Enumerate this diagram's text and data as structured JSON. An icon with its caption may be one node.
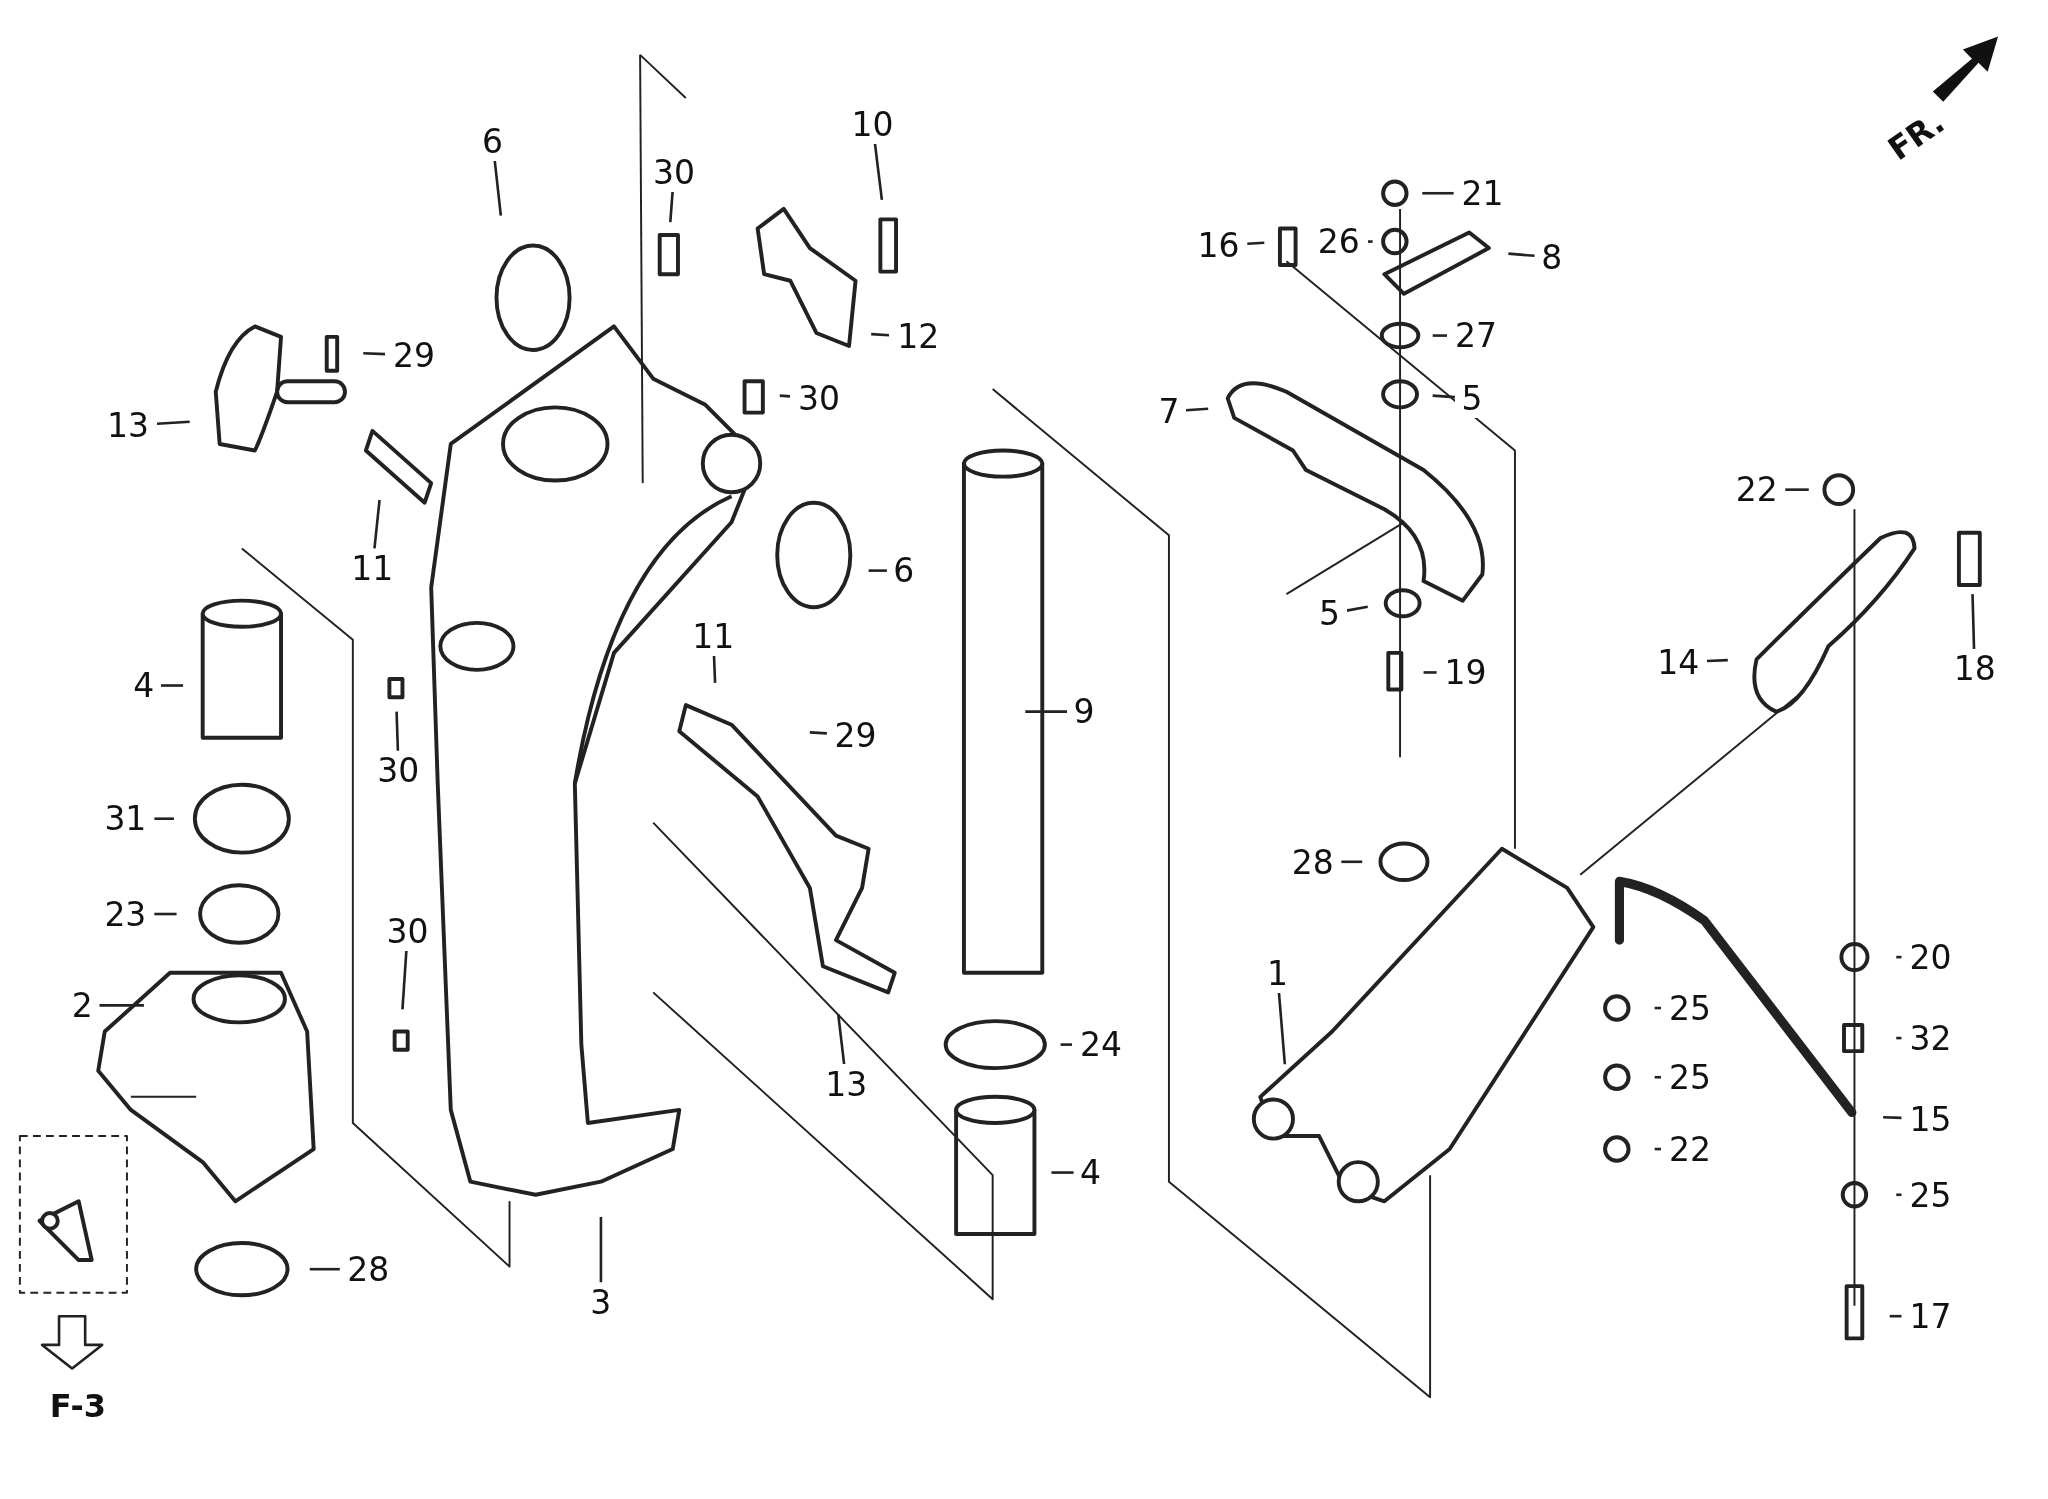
{
  "diagram": {
    "nodes": [
      {
        "text": [
          "10"
        ]
      },
      {
        "text": [
          "6"
        ]
      },
      {
        "text": [
          "30"
        ]
      },
      {
        "text": [
          "21"
        ]
      },
      {
        "text": [
          "16"
        ]
      },
      {
        "text": [
          "26"
        ]
      },
      {
        "text": [
          "8"
        ]
      },
      {
        "text": [
          "29"
        ]
      },
      {
        "text": [
          "12"
        ]
      },
      {
        "text": [
          "27"
        ]
      },
      {
        "text": [
          "30"
        ]
      },
      {
        "text": [
          "5"
        ]
      },
      {
        "text": [
          "7"
        ]
      },
      {
        "text": [
          "13"
        ]
      },
      {
        "text": [
          "22"
        ]
      },
      {
        "text": [
          "6"
        ]
      },
      {
        "text": [
          "11"
        ]
      },
      {
        "text": [
          "5"
        ]
      },
      {
        "text": [
          "4"
        ]
      },
      {
        "text": [
          "18"
        ]
      },
      {
        "text": [
          "14"
        ]
      },
      {
        "text": [
          "19"
        ]
      },
      {
        "text": [
          "11"
        ]
      },
      {
        "text": [
          "9"
        ]
      },
      {
        "text": [
          "30"
        ]
      },
      {
        "text": [
          "29"
        ]
      },
      {
        "text": [
          "31"
        ]
      },
      {
        "text": [
          "28"
        ]
      },
      {
        "text": [
          "23"
        ]
      },
      {
        "text": [
          "30"
        ]
      },
      {
        "text": [
          "20"
        ]
      },
      {
        "text": [
          "2"
        ]
      },
      {
        "text": [
          "1"
        ]
      },
      {
        "text": [
          "25"
        ]
      },
      {
        "text": [
          "32"
        ]
      },
      {
        "text": [
          "24"
        ]
      },
      {
        "text": [
          "13"
        ]
      },
      {
        "text": [
          "25"
        ]
      },
      {
        "text": [
          "15"
        ]
      },
      {
        "text": [
          "22"
        ]
      },
      {
        "text": [
          "4"
        ]
      },
      {
        "text": [
          "25"
        ]
      },
      {
        "text": [
          "28"
        ]
      },
      {
        "text": [
          "3"
        ]
      },
      {
        "text": [
          "17"
        ]
      }
    ],
    "edges": [
      {
        "from": 0,
        "to": null,
        "arrow": "none"
      },
      {
        "from": 1,
        "to": null,
        "arrow": "none"
      },
      {
        "from": 2,
        "to": null,
        "arrow": "none"
      },
      {
        "from": 3,
        "to": null,
        "arrow": "none"
      },
      {
        "from": 4,
        "to": null,
        "arrow": "none"
      },
      {
        "from": 5,
        "to": null,
        "arrow": "none"
      },
      {
        "from": 6,
        "to": null,
        "arrow": "none"
      },
      {
        "from": 7,
        "to": null,
        "arrow": "none"
      },
      {
        "from": 8,
        "to": null,
        "arrow": "none"
      },
      {
        "from": 9,
        "to": null,
        "arrow": "none"
      },
      {
        "from": 10,
        "to": null,
        "arrow": "none"
      },
      {
        "from": 11,
        "to": null,
        "arrow": "none"
      },
      {
        "from": 12,
        "to": null,
        "arrow": "none"
      },
      {
        "from": 13,
        "to": null,
        "arrow": "none"
      },
      {
        "from": 14,
        "to": null,
        "arrow": "none"
      },
      {
        "from": 15,
        "to": null,
        "arrow": "none"
      },
      {
        "from": 16,
        "to": null,
        "arrow": "none"
      },
      {
        "from": 17,
        "to": null,
        "arrow": "none"
      },
      {
        "from": 18,
        "to": null,
        "arrow": "none"
      },
      {
        "from": 19,
        "to": null,
        "arrow": "none"
      },
      {
        "from": 20,
        "to": null,
        "arrow": "none"
      },
      {
        "from": 21,
        "to": null,
        "arrow": "none"
      },
      {
        "from": 22,
        "to": null,
        "arrow": "none"
      },
      {
        "from": 23,
        "to": null,
        "arrow": "none"
      },
      {
        "from": 24,
        "to": null,
        "arrow": "none"
      },
      {
        "from": 25,
        "to": null,
        "arrow": "none"
      },
      {
        "from": 26,
        "to": null,
        "arrow": "none"
      },
      {
        "from": 27,
        "to": null,
        "arrow": "none"
      },
      {
        "from": 28,
        "to": null,
        "arrow": "none"
      },
      {
        "from": 29,
        "to": null,
        "arrow": "none"
      },
      {
        "from": 30,
        "to": null,
        "arrow": "none"
      },
      {
        "from": 31,
        "to": null,
        "arrow": "none"
      },
      {
        "from": 32,
        "to": null,
        "arrow": "none"
      },
      {
        "from": 33,
        "to": null,
        "arrow": "none"
      },
      {
        "from": 34,
        "to": null,
        "arrow": "none"
      },
      {
        "from": 35,
        "to": null,
        "arrow": "none"
      },
      {
        "from": 36,
        "to": null,
        "arrow": "none"
      },
      {
        "from": 37,
        "to": null,
        "arrow": "none"
      },
      {
        "from": 38,
        "to": null,
        "arrow": "none"
      },
      {
        "from": 39,
        "to": null,
        "arrow": "none"
      },
      {
        "from": 40,
        "to": null,
        "arrow": "none"
      },
      {
        "from": 41,
        "to": null,
        "arrow": "none"
      },
      {
        "from": 42,
        "to": null,
        "arrow": "none"
      },
      {
        "from": 43,
        "to": null,
        "arrow": "none"
      },
      {
        "from": 44,
        "to": null,
        "arrow": "none"
      }
    ],
    "labels": [
      "FR.",
      "F-3"
    ]
  }
}
